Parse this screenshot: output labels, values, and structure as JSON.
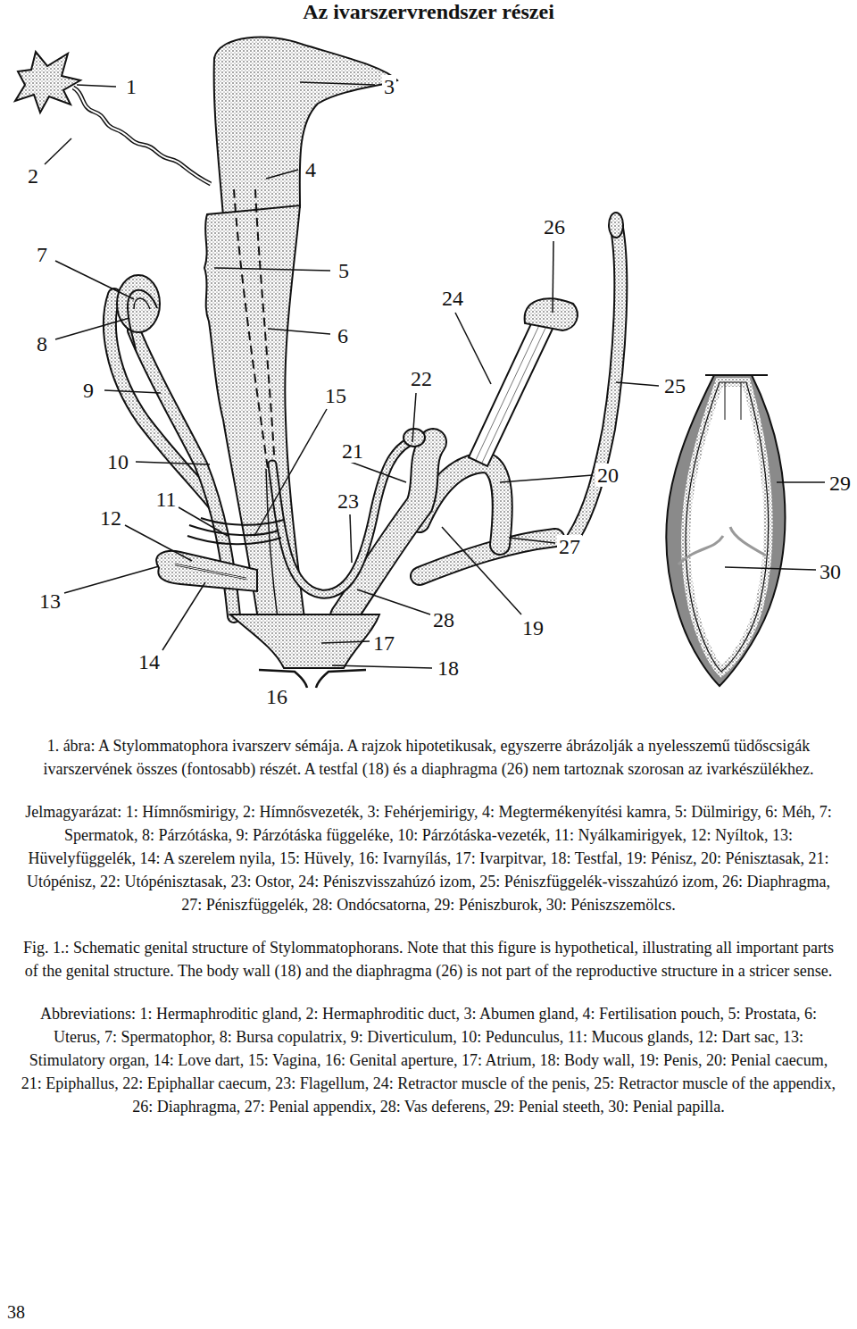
{
  "diagram": {
    "title": "Az ivarszervrendszer részei",
    "caption": "1. ábra: A Stylommatophora ivarszerv sémája. A rajzok hipotetikusak, egyszerre ábrázolják a nyelesszemű tüdőscsigák ivarszervének összes (fontosabb) részét. A testfal (18) és a diaphragma (26) nem tartoznak szorosan az ivarkészülékhez.",
    "labels": [
      "1",
      "2",
      "3",
      "4",
      "5",
      "6",
      "7",
      "8",
      "9",
      "10",
      "11",
      "12",
      "13",
      "14",
      "15",
      "16",
      "17",
      "18",
      "19",
      "20",
      "21",
      "22",
      "23",
      "24",
      "25",
      "26",
      "27",
      "28",
      "29",
      "30",
      "Jelmagyarázat: 1: Hímnősmirigy, 2: Hímnősvezeték, 3: Fehérjemirigy, 4: Megtermékenyítési kamra, 5: Dülmirigy, 6: Méh, 7: Spermatok, 8: Párzótáska, 9: Párzótáska függeléke, 10: Párzótáska-vezeték, 11: Nyálkamirigyek, 12: Nyíltok, 13: Hüvelyfüggelék, 14: A szerelem nyila, 15: Hüvely, 16: Ivarnyílás, 17: Ivarpitvar, 18: Testfal, 19: Pénisz, 20: Pénisztasak, 21: Utópénisz, 22: Utópénisztasak, 23: Ostor, 24: Péniszvisszahúzó izom, 25: Péniszfüggelék-visszahúzó izom, 26: Diaphragma, 27: Péniszfüggelék, 28: Ondócsatorna, 29: Péniszburok, 30: Péniszszemölcs.",
      "Fig. 1.: Schematic genital structure of Stylommatophorans. Note that this figure is hypothetical, illustrating all important parts of the genital structure. The body wall (18) and the diaphragma (26) is not part of the reproductive structure in a stricer sense.",
      "Abbreviations: 1: Hermaphroditic gland, 2: Hermaphroditic duct, 3: Abumen gland, 4: Fertilisation pouch, 5: Prostata, 6: Uterus, 7: Spermatophor, 8: Bursa copulatrix, 9: Diverticulum, 10: Pedunculus, 11: Mucous glands, 12: Dart sac, 13: Stimulatory organ, 14: Love dart, 15: Vagina, 16: Genital aperture, 17: Atrium, 18: Body wall, 19: Penis, 20: Penial caecum, 21: Epiphallus, 22: Epiphallar caecum, 23: Flagellum, 24: Retractor muscle of the penis, 25: Retractor muscle of the appendix, 26: Diaphragma, 27: Penial appendix, 28: Vas deferens, 29: Penial steeth, 30: Penial papilla.",
      "38"
    ]
  }
}
